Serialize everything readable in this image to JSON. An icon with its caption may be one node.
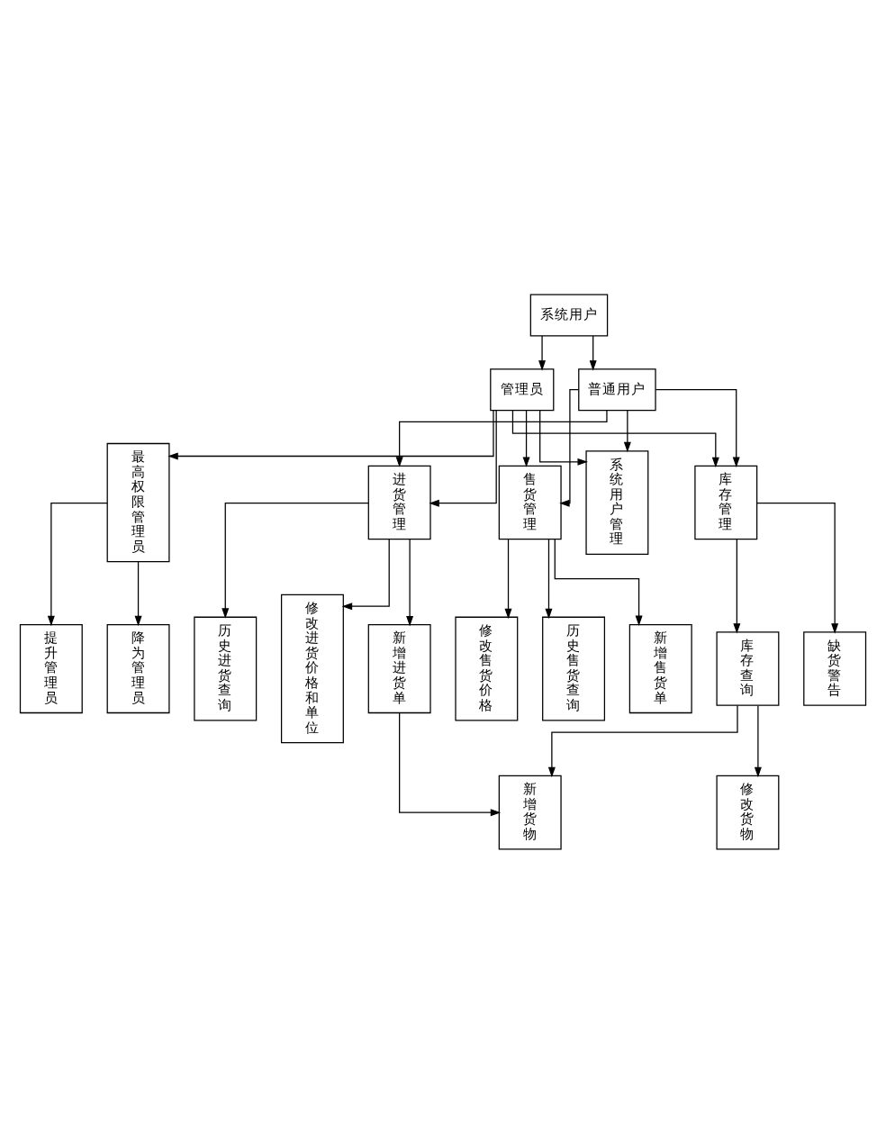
{
  "diagram": {
    "nodes": [
      {
        "text": [
          "系统用户"
        ]
      },
      {
        "text": [
          "管理员"
        ]
      },
      {
        "text": [
          "普通用户"
        ]
      },
      {
        "text": [
          "最高权限管理员"
        ]
      },
      {
        "text": [
          "提升管理员"
        ]
      },
      {
        "text": [
          "降为管理员"
        ]
      },
      {
        "text": [
          "售货管理"
        ]
      },
      {
        "text": [
          "库存管理"
        ]
      },
      {
        "text": [
          "进货管理"
        ]
      },
      {
        "text": [
          "系统用户管理"
        ]
      },
      {
        "text": [
          "新增售货单"
        ]
      },
      {
        "text": [
          "修改售货价格"
        ]
      },
      {
        "text": [
          "历史售货查询"
        ]
      },
      {
        "text": [
          "缺货警告"
        ]
      },
      {
        "text": [
          "库存查询"
        ]
      },
      {
        "text": [
          "新增进货单"
        ]
      },
      {
        "text": [
          "历史进货查询"
        ]
      },
      {
        "text": [
          "修改进货价格和单位"
        ]
      },
      {
        "text": [
          "修改货物"
        ]
      },
      {
        "text": [
          "新增货物"
        ]
      }
    ],
    "edges": [
      {
        "from": 0,
        "to": 1,
        "arrow": "to"
      },
      {
        "from": 0,
        "to": 2,
        "arrow": "to"
      },
      {
        "from": 1,
        "to": 3,
        "arrow": "to"
      },
      {
        "from": 1,
        "to": 6,
        "arrow": "to"
      },
      {
        "from": 1,
        "to": 7,
        "arrow": "to"
      },
      {
        "from": 1,
        "to": 8,
        "arrow": "to"
      },
      {
        "from": 1,
        "to": 9,
        "arrow": "to"
      },
      {
        "from": 2,
        "to": 6,
        "arrow": "to"
      },
      {
        "from": 2,
        "to": 7,
        "arrow": "to"
      },
      {
        "from": 2,
        "to": 8,
        "arrow": "to"
      },
      {
        "from": 2,
        "to": 9,
        "arrow": "to"
      },
      {
        "from": 3,
        "to": 4,
        "arrow": "to"
      },
      {
        "from": 3,
        "to": 5,
        "arrow": "to"
      },
      {
        "from": 6,
        "to": 10,
        "arrow": "to"
      },
      {
        "from": 6,
        "to": 11,
        "arrow": "to"
      },
      {
        "from": 6,
        "to": 12,
        "arrow": "to"
      },
      {
        "from": 7,
        "to": 13,
        "arrow": "to"
      },
      {
        "from": 7,
        "to": 14,
        "arrow": "to"
      },
      {
        "from": 8,
        "to": 15,
        "arrow": "to"
      },
      {
        "from": 8,
        "to": 16,
        "arrow": "to"
      },
      {
        "from": 8,
        "to": 17,
        "arrow": "to"
      },
      {
        "from": 14,
        "to": 18,
        "arrow": "to"
      },
      {
        "from": 14,
        "to": 19,
        "arrow": "to"
      },
      {
        "from": 15,
        "to": 19,
        "arrow": "to"
      }
    ]
  }
}
